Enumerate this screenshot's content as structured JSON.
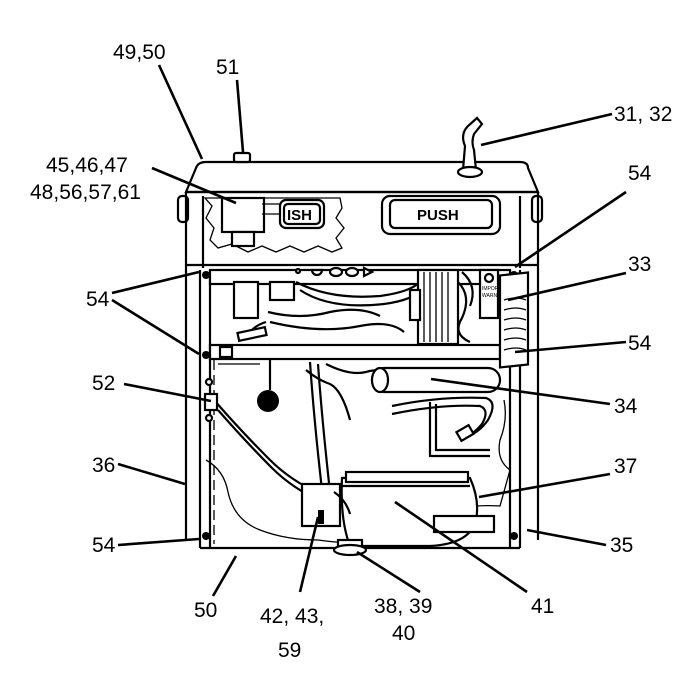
{
  "parts_diagram": {
    "button_labels": [
      "ISH",
      "PUSH"
    ],
    "callouts": [
      {
        "id": "49-50",
        "lines": [
          "49,50"
        ]
      },
      {
        "id": "51",
        "lines": [
          "51"
        ]
      },
      {
        "id": "31-32",
        "lines": [
          "31, 32"
        ]
      },
      {
        "id": "45-61",
        "lines": [
          "45,46,47",
          "48,56,57,61"
        ]
      },
      {
        "id": "54-upper-right",
        "lines": [
          "54"
        ]
      },
      {
        "id": "33",
        "lines": [
          "33"
        ]
      },
      {
        "id": "54-left",
        "lines": [
          "54"
        ]
      },
      {
        "id": "54-mid-right",
        "lines": [
          "54"
        ]
      },
      {
        "id": "52",
        "lines": [
          "52"
        ]
      },
      {
        "id": "34",
        "lines": [
          "34"
        ]
      },
      {
        "id": "36",
        "lines": [
          "36"
        ]
      },
      {
        "id": "37",
        "lines": [
          "37"
        ]
      },
      {
        "id": "54-lower-left",
        "lines": [
          "54"
        ]
      },
      {
        "id": "35",
        "lines": [
          "35"
        ]
      },
      {
        "id": "50",
        "lines": [
          "50"
        ]
      },
      {
        "id": "42-43-59",
        "lines": [
          "42, 43,",
          "59"
        ]
      },
      {
        "id": "38-39-40",
        "lines": [
          "38, 39",
          "40"
        ]
      },
      {
        "id": "41",
        "lines": [
          "41"
        ]
      }
    ]
  }
}
